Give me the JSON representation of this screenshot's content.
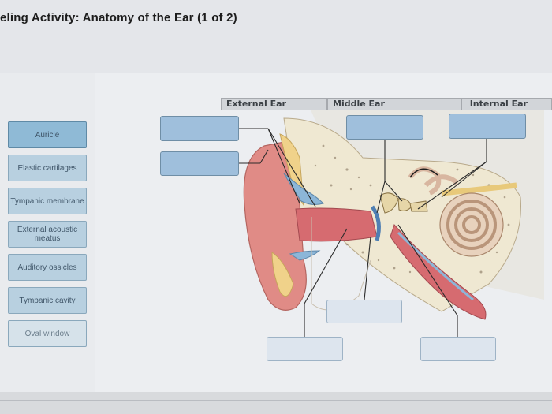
{
  "page": {
    "title": "eling Activity: Anatomy of the Ear (1 of 2)"
  },
  "labels": [
    {
      "text": "Auricle",
      "state": "selected"
    },
    {
      "text": "Elastic cartilages",
      "state": "normal"
    },
    {
      "text": "Tympanic membrane",
      "state": "normal"
    },
    {
      "text": "External acoustic meatus",
      "state": "normal"
    },
    {
      "text": "Auditory ossicles",
      "state": "normal"
    },
    {
      "text": "Tympanic cavity",
      "state": "normal"
    },
    {
      "text": "Oval window",
      "state": "faded"
    }
  ],
  "diagram": {
    "regions": [
      {
        "label": "External Ear"
      },
      {
        "label": "Middle Ear"
      },
      {
        "label": "Internal Ear"
      }
    ]
  },
  "colors": {
    "accent": "#9fbfdc",
    "selected_label": "#8fbad6",
    "skin": "#e08b86",
    "cartilage": "#f0d28a",
    "bone": "#efe8d2",
    "canal": "#d66b70",
    "cochlea": "#d8b6a0"
  }
}
